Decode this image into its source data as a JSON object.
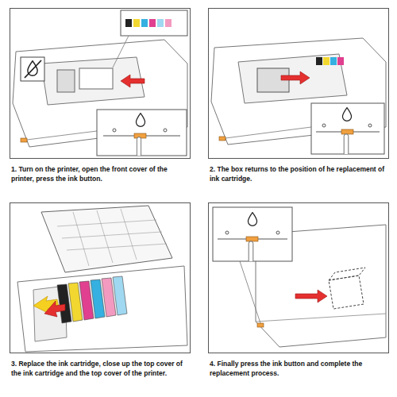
{
  "diagram": {
    "nodes": [
      {
        "text": [
          "1. Turn on the printer, open the front cover of the printer, press the ink button."
        ]
      },
      {
        "text": [
          "2. The box returns to the position of he replacement of ink cartridge."
        ]
      },
      {
        "text": [
          "3. Replace the ink cartridge, close up the top cover of the ink cartridge and the top cover of the printer."
        ]
      },
      {
        "text": [
          "4. Finally press the ink button and complete the replacement process."
        ]
      }
    ]
  }
}
